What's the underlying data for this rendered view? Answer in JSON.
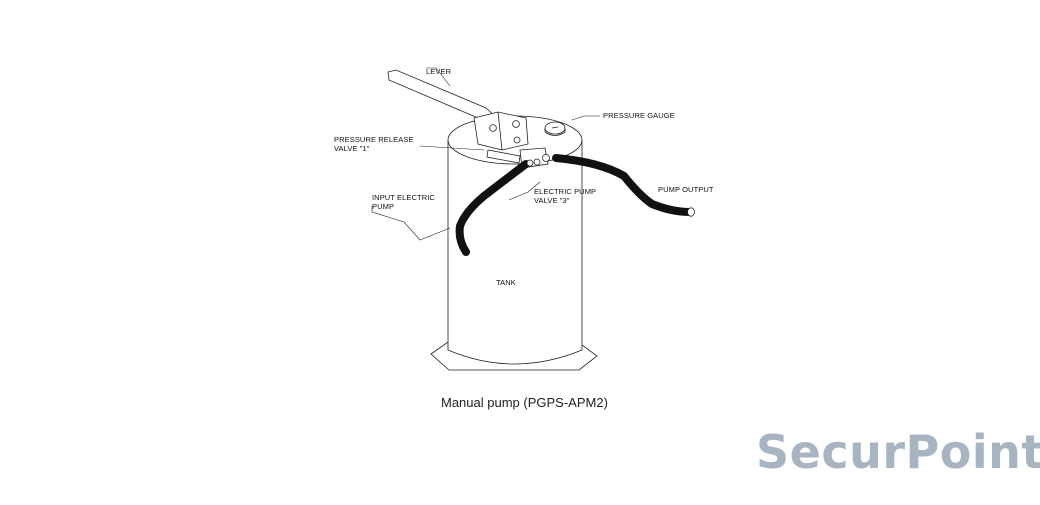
{
  "diagram": {
    "labels": {
      "lever": "LEVER",
      "pressure_gauge": "PRESSURE GAUGE",
      "pressure_release_valve_line1": "PRESSURE RELEASE",
      "pressure_release_valve_line2": "VALVE \"1\"",
      "input_electric_pump_line1": "INPUT ELECTRIC",
      "input_electric_pump_line2": "PUMP",
      "electric_pump_valve_line1": "ELECTRIC PUMP",
      "electric_pump_valve_line2": "VALVE \"3\"",
      "pump_output": "PUMP OUTPUT",
      "tank": "TANK"
    },
    "caption": "Manual pump (PGPS-APM2)"
  },
  "logo": {
    "text": "SecurPoint",
    "color": "#a9b4c2"
  }
}
